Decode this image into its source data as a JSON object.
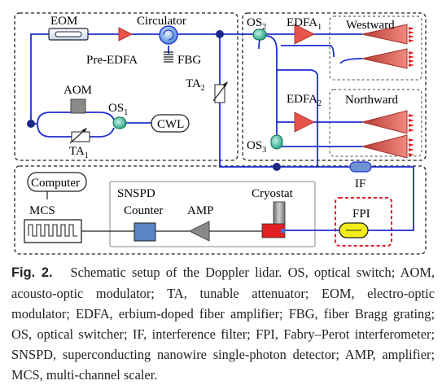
{
  "diagram": {
    "labels": {
      "eom": "EOM",
      "circulator": "Circulator",
      "pre_edfa": "Pre-EDFA",
      "fbg": "FBG",
      "aom": "AOM",
      "os1_base": "OS",
      "os1_sub": "1",
      "ta1_base": "TA",
      "ta1_sub": "1",
      "cwl": "CWL",
      "ta2_base": "TA",
      "ta2_sub": "2",
      "os2_base": "OS",
      "os2_sub": "2",
      "edfa1_base": "EDFA",
      "edfa1_sub": "1",
      "westward": "Westward",
      "edfa2_base": "EDFA",
      "edfa2_sub": "2",
      "northward": "Northward",
      "os3_base": "OS",
      "os3_sub": "3",
      "computer": "Computer",
      "mcs": "MCS",
      "snspd": "SNSPD",
      "counter": "Counter",
      "amp": "AMP",
      "cryostat": "Cryostat",
      "if": "IF",
      "fpi": "FPI"
    },
    "colors": {
      "fiber": "#1f2fd0",
      "node": "#1a2a8a",
      "edfa": "#e8534a",
      "beam": "#d9483f",
      "coupler": "#2aa58a",
      "aom": "#8a8a8a",
      "counter": "#5b84c4",
      "fpi_box": "#e0202a",
      "fpi_fill": "#f4ec1a",
      "if_fill": "#6f94d4",
      "cryostat_base": "#e02020"
    }
  },
  "caption": {
    "fig_label": "Fig. 2.",
    "text": "Schematic setup of the Doppler lidar. OS, optical switch; AOM, acousto-optic modulator; TA, tunable attenuator; EOM, electro-optic modulator; EDFA, erbium-doped fiber amplifier; FBG, fiber Bragg grating; OS, optical switcher; IF, interference filter; FPI, Fabry–Perot interferometer; SNSPD, superconducting nanowire single-photon detector; AMP, amplifier; MCS, multi-channel scaler."
  }
}
